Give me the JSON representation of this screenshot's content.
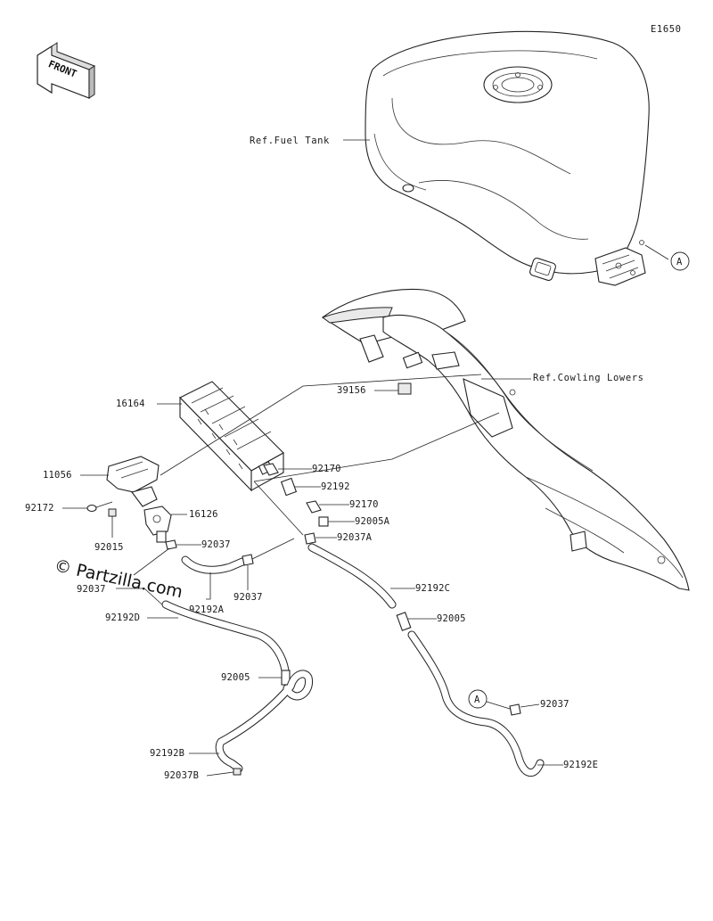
{
  "diagram_code": "E1650",
  "front_label": "FRONT",
  "watermark": "© Partzilla.com",
  "callout_circle": "A",
  "refs": {
    "fuel_tank": "Ref.Fuel Tank",
    "cowling_lowers": "Ref.Cowling Lowers"
  },
  "parts": {
    "p16164": "16164",
    "p11056": "11056",
    "p92172": "92172",
    "p92015": "92015",
    "p16126": "16126",
    "p92037_a": "92037",
    "p92037_b": "92037",
    "p92037_c": "92037",
    "p92037_d": "92037",
    "p92192a": "92192A",
    "p92192d": "92192D",
    "p92005_a": "92005",
    "p92005_b": "92005",
    "p92192b": "92192B",
    "p92037b": "92037B",
    "p92170_a": "92170",
    "p92192": "92192",
    "p92170_b": "92170",
    "p92005a": "92005A",
    "p92037a": "92037A",
    "p92192c": "92192C",
    "p92192e": "92192E",
    "p39156": "39156"
  }
}
